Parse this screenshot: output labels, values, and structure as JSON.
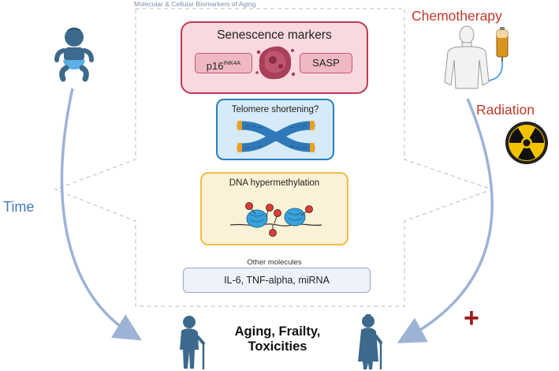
{
  "header": {
    "title": "Molecular & Cellular Biomarkers of Aging"
  },
  "senescence": {
    "title": "Senescence markers",
    "p16_base": "p16",
    "p16_sup": "INK4A",
    "sasp": "SASP"
  },
  "telomere": {
    "title": "Telomere shortening?"
  },
  "dna": {
    "title": "DNA hypermethylation"
  },
  "other": {
    "title": "Other molecules",
    "items": "IL-6, TNF-alpha, miRNA"
  },
  "left": {
    "time_label": "Time"
  },
  "right": {
    "chemo_label": "Chemotherapy",
    "radiation_label": "Radiation",
    "plus": "+"
  },
  "bottom": {
    "outcome_line1": "Aging, Frailty,",
    "outcome_line2": "Toxicities"
  },
  "colors": {
    "senescence": "#c03a55",
    "telomere": "#2a7fbf",
    "dna": "#f0bd4a",
    "arrow": "#9db3d6",
    "accent_red": "#c0392b"
  },
  "icons": [
    "baby-icon",
    "patient-iv-icon",
    "radiation-icon",
    "old-man-icon",
    "old-woman-icon",
    "senescent-cell-icon",
    "chromosome-icon",
    "nucleosome-icon"
  ]
}
